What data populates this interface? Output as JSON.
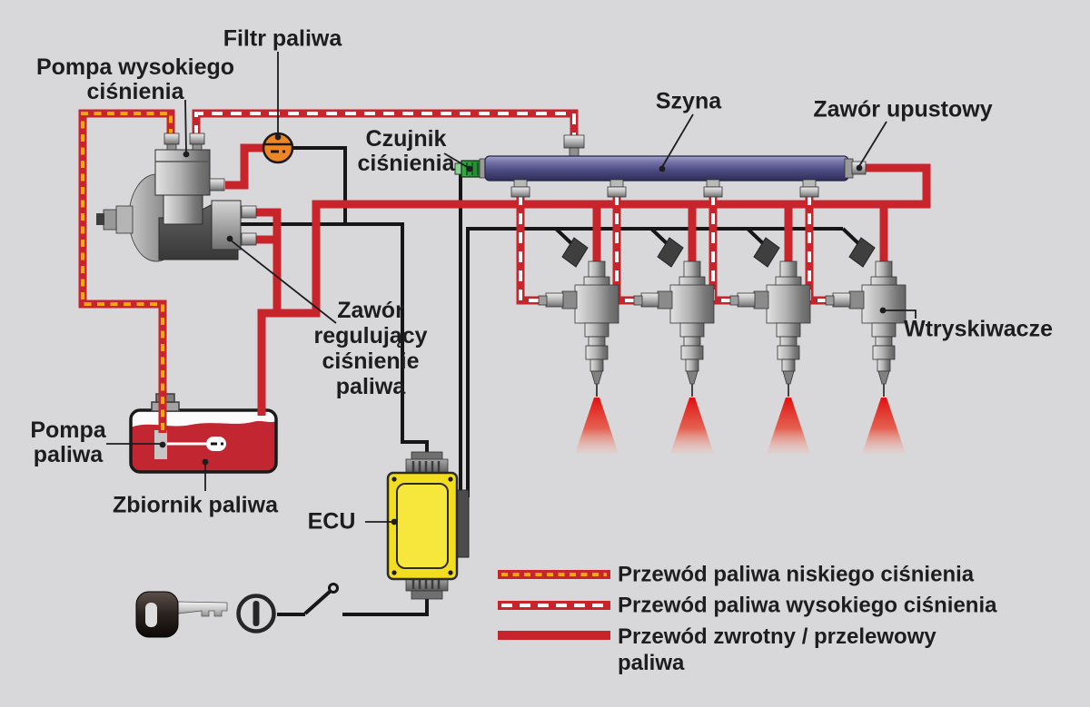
{
  "colors": {
    "bg": "#d8d8da",
    "line-red": "#c8242c",
    "dash-yellow": "#f2a70b",
    "dash-white": "#ffffff",
    "wire-black": "#161616",
    "text": "#1d1d1f",
    "rail-purple": "#4b4a80",
    "filter-orange": "#ee8527",
    "ecu-yellow": "#f2dd1f",
    "sensor-green": "#2f9e40",
    "fuel-red": "#c22630",
    "spray-red": "#e01111"
  },
  "labels": {
    "high_pressure_pump": "Pompa wysokiego\nciśnienia",
    "fuel_filter": "Filtr paliwa",
    "pressure_sensor": "Czujnik\nciśnienia",
    "rail": "Szyna",
    "relief_valve": "Zawór upustowy",
    "injectors": "Wtryskiwacze",
    "pressure_regulator_valve": "Zawór\nregulujący\nciśnienie\npaliwa",
    "fuel_pump": "Pompa\npaliwa",
    "fuel_tank": "Zbiornik paliwa",
    "ecu": "ECU"
  },
  "legend": {
    "items": [
      {
        "style": "low-pressure-dashed-yellow",
        "label": "Przewód paliwa niskiego ciśnienia"
      },
      {
        "style": "high-pressure-dashed-white",
        "label": "Przewód paliwa wysokiego ciśnienia"
      },
      {
        "style": "return-overflow-solid",
        "label": "Przewód zwrotny / przelewowy\npaliwa"
      }
    ]
  }
}
